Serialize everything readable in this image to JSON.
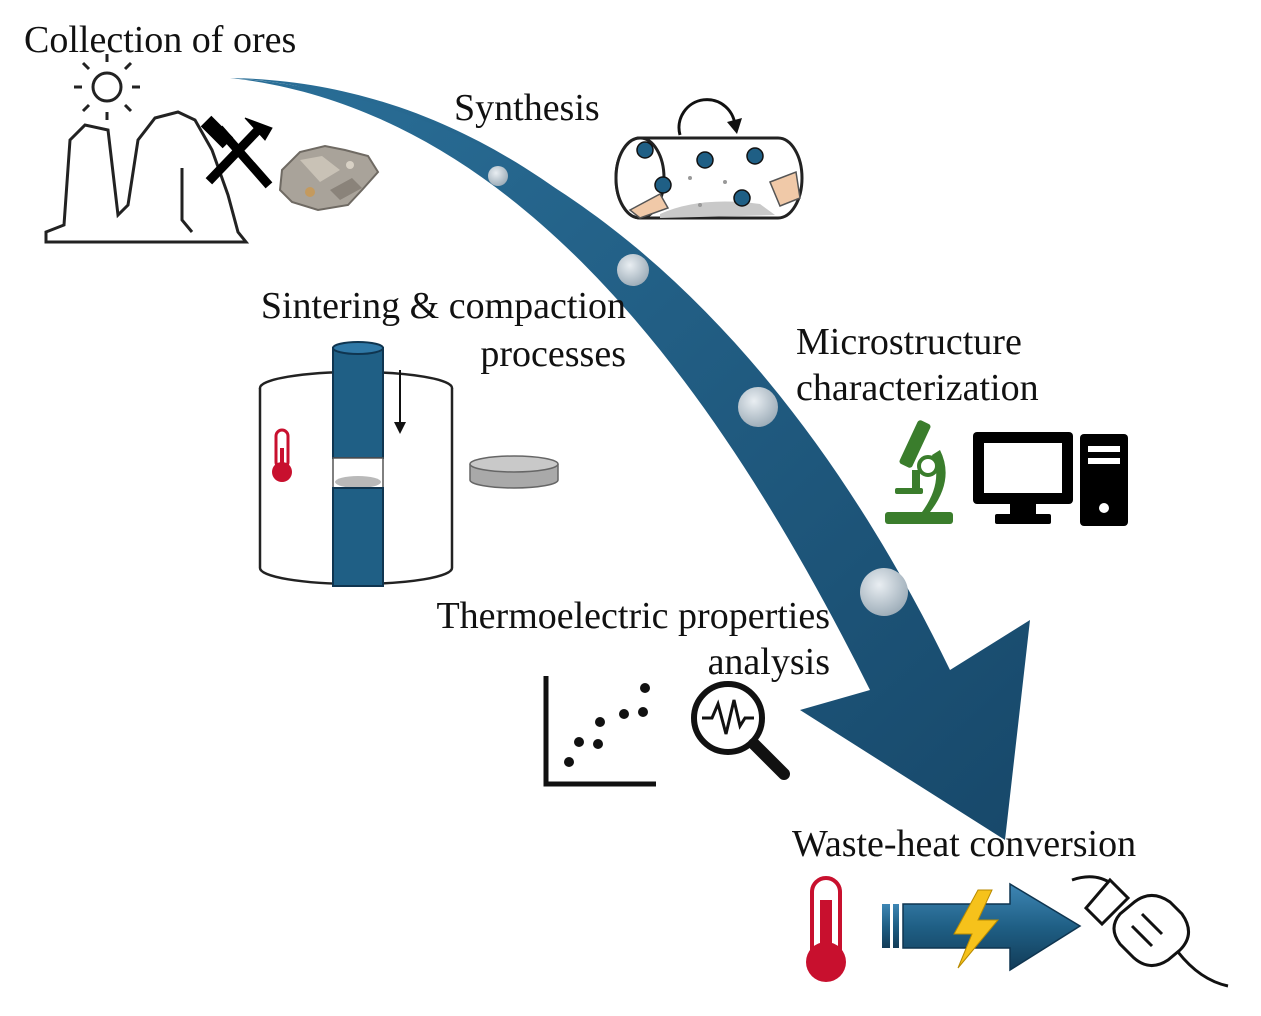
{
  "steps": {
    "collection": {
      "label": "Collection of ores"
    },
    "synthesis": {
      "label": "Synthesis"
    },
    "sintering": {
      "line1": "Sintering & compaction",
      "line2": "processes"
    },
    "microstructure": {
      "line1": "Microstructure",
      "line2": "characterization"
    },
    "thermoelectric": {
      "line1": "Thermoelectric properties",
      "line2": "analysis"
    },
    "waste_heat": {
      "label": "Waste-heat conversion"
    }
  },
  "icons": [
    "sun-icon",
    "mountain-icon",
    "hammer-pick-icon",
    "ore-rock-icon",
    "ball-mill-icon",
    "press-die-icon",
    "thermometer-icon",
    "sintered-pellet-icon",
    "microscope-icon",
    "computer-icon",
    "scatter-plot-icon",
    "signal-magnifier-icon",
    "lightning-arrow-icon",
    "power-plug-icon"
  ],
  "colors": {
    "arrow": "#1f5f85",
    "arrow_dark": "#17486a",
    "thermo_red": "#c8102e",
    "microscope_green": "#3a7d2c",
    "lightning": "#f6c21b"
  }
}
